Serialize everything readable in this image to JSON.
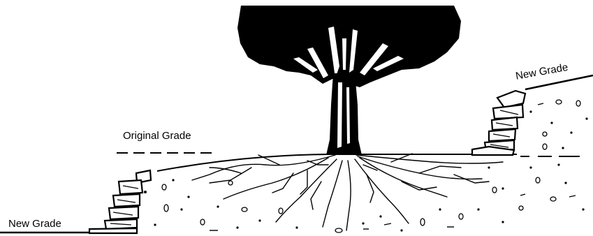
{
  "labels": {
    "original_grade": "Original Grade",
    "new_grade_right": "New Grade",
    "new_grade_left": "New Grade"
  },
  "colors": {
    "ink": "#000000",
    "background": "#ffffff",
    "canopy_highlight": "#ffffff"
  }
}
